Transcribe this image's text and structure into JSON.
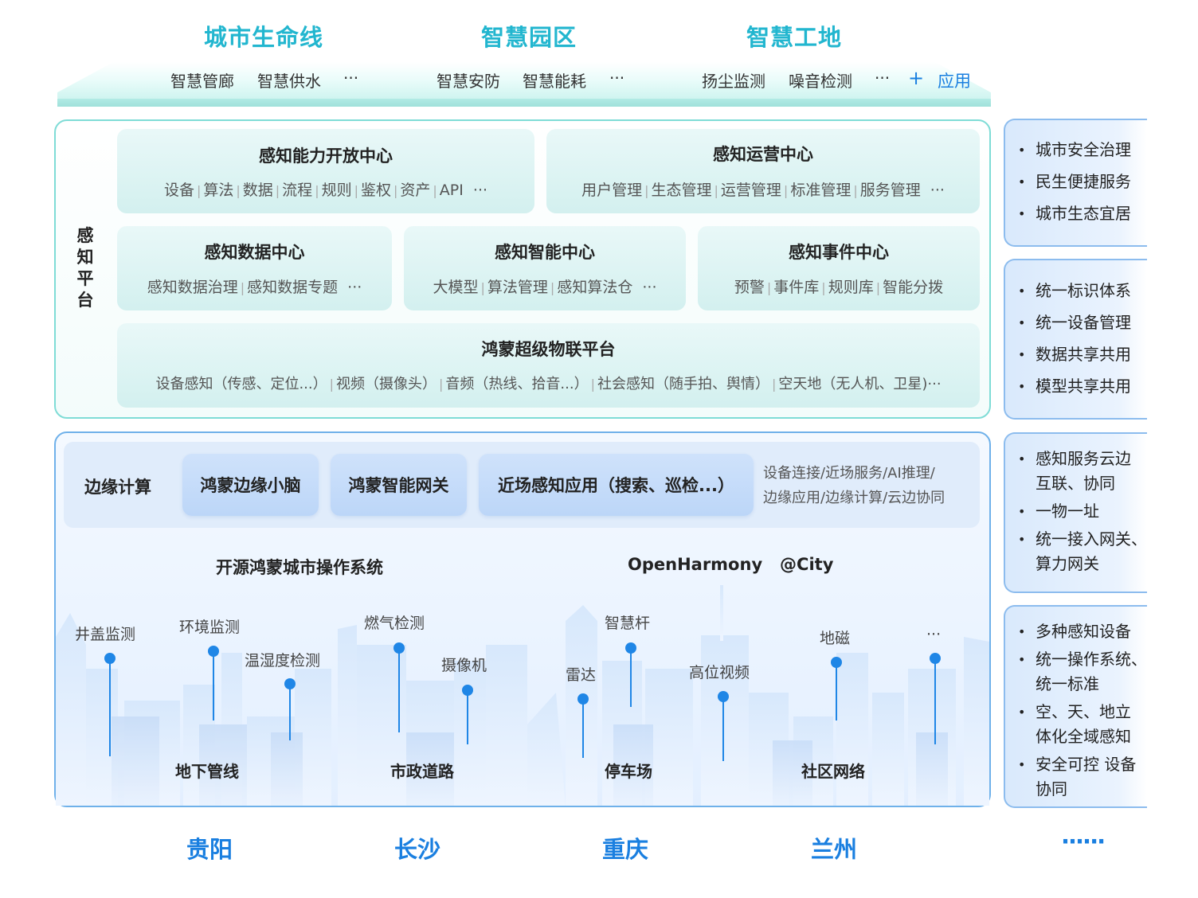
{
  "top": {
    "columns": [
      {
        "title": "城市生命线",
        "items": [
          "智慧管廊",
          "智慧供水",
          "···"
        ]
      },
      {
        "title": "智慧园区",
        "items": [
          "智慧安防",
          "智慧能耗",
          "···"
        ]
      },
      {
        "title": "智慧工地",
        "items": [
          "扬尘监测",
          "噪音检测",
          "···"
        ]
      }
    ],
    "plus": "+",
    "app_label": "应用"
  },
  "platform": {
    "label": "感知平台",
    "boxes": {
      "open": {
        "title": "感知能力开放中心",
        "items": [
          "设备",
          "算法",
          "数据",
          "流程",
          "规则",
          "鉴权",
          "资产",
          "API"
        ],
        "more": "···"
      },
      "ops": {
        "title": "感知运营中心",
        "items": [
          "用户管理",
          "生态管理",
          "运营管理",
          "标准管理",
          "服务管理"
        ],
        "more": "···"
      },
      "data": {
        "title": "感知数据中心",
        "items": [
          "感知数据治理",
          "感知数据专题"
        ],
        "more": "···"
      },
      "ai": {
        "title": "感知智能中心",
        "items": [
          "大模型",
          "算法管理",
          "感知算法仓"
        ],
        "more": "···"
      },
      "event": {
        "title": "感知事件中心",
        "items": [
          "预警",
          "事件库",
          "规则库",
          "智能分拨"
        ],
        "more": ""
      },
      "iot": {
        "title": "鸿蒙超级物联平台",
        "items": [
          "设备感知（传感、定位...）",
          "视频（摄像头）",
          "音频（热线、拾音...）",
          "社会感知（随手拍、舆情）",
          "空天地（无人机、卫星)···"
        ],
        "more": ""
      }
    }
  },
  "edge": {
    "label": "边缘计算",
    "pills": [
      "鸿蒙边缘小脑",
      "鸿蒙智能网关",
      "近场感知应用（搜索、巡检...）"
    ],
    "desc": [
      "设备连接/近场服务/AI推理/",
      "边缘应用/边缘计算/云边协同"
    ]
  },
  "os": {
    "title_cn": "开源鸿蒙城市操作系统",
    "title_en": "OpenHarmony   @City"
  },
  "sensors": [
    "井盖监测",
    "环境监测",
    "温湿度检测",
    "燃气检测",
    "摄像机",
    "雷达",
    "智慧杆",
    "高位视频",
    "地磁",
    "···"
  ],
  "scenes": [
    "地下管线",
    "市政道路",
    "停车场",
    "社区网络"
  ],
  "cities": [
    "贵阳",
    "长沙",
    "重庆",
    "兰州"
  ],
  "cities_more": "······",
  "side_panels": [
    {
      "items": [
        "城市安全治理",
        "民生便捷服务",
        "城市生态宜居"
      ]
    },
    {
      "items": [
        "统一标识体系",
        "统一设备管理",
        "数据共享共用",
        "模型共享共用"
      ]
    },
    {
      "items": [
        [
          "感知服务云边",
          "互联、协同"
        ],
        [
          "一物一址"
        ],
        [
          "统一接入网关、",
          "算力网关"
        ]
      ]
    },
    {
      "items": [
        [
          "多种感知设备"
        ],
        [
          "统一操作系统、",
          "统一标准"
        ],
        [
          "空、天、地立",
          "体化全域感知"
        ],
        [
          "安全可控 设备",
          "协同"
        ]
      ]
    }
  ],
  "colors": {
    "teal": "#22b6cf",
    "blue": "#1a7fe0",
    "pin": "#1f86e6"
  }
}
